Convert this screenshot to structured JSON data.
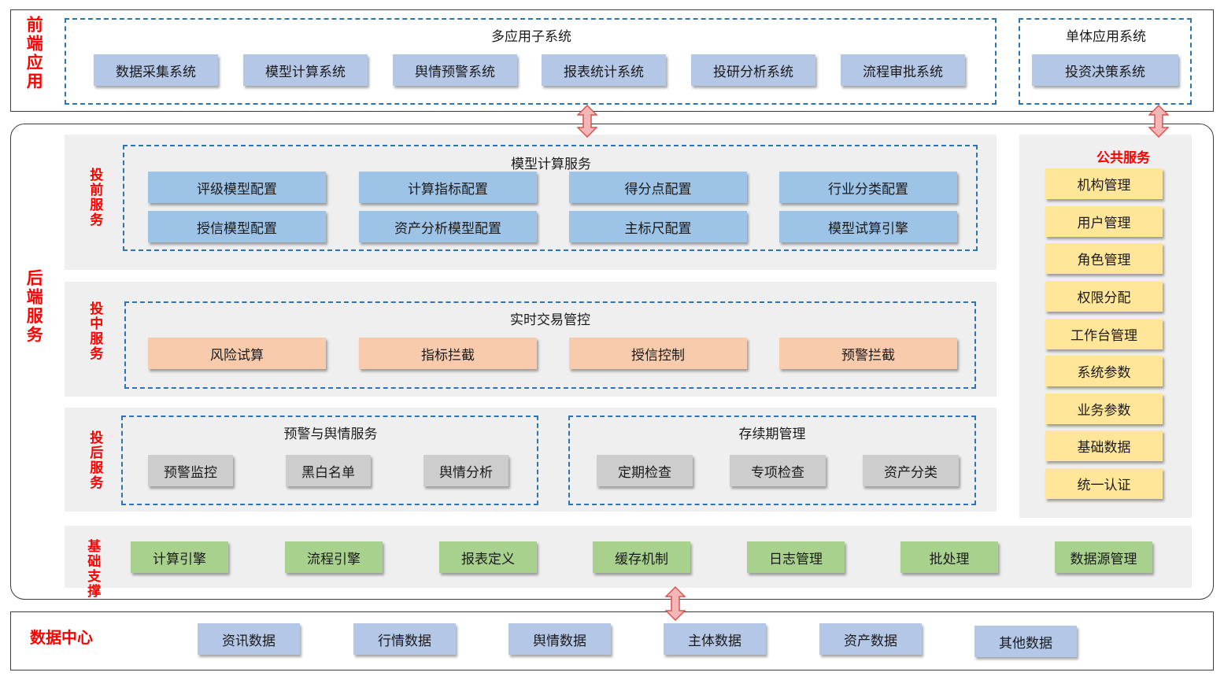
{
  "frontend": {
    "label": "前端应用",
    "multi_app": {
      "title": "多应用子系统",
      "items": [
        "数据采集系统",
        "模型计算系统",
        "舆情预警系统",
        "报表统计系统",
        "投研分析系统",
        "流程审批系统"
      ]
    },
    "single_app": {
      "title": "单体应用系统",
      "items": [
        "投资决策系统"
      ]
    }
  },
  "backend": {
    "label": "后端服务",
    "pre_investment": {
      "label": "投前服务",
      "group_title": "模型计算服务",
      "items": [
        "评级模型配置",
        "计算指标配置",
        "得分点配置",
        "行业分类配置",
        "授信模型配置",
        "资产分析模型配置",
        "主标尺配置",
        "模型试算引擎"
      ]
    },
    "mid_investment": {
      "label": "投中服务",
      "group_title": "实时交易管控",
      "items": [
        "风险试算",
        "指标拦截",
        "授信控制",
        "预警拦截"
      ]
    },
    "post_investment": {
      "label": "投后服务",
      "warning_group": {
        "title": "预警与舆情服务",
        "items": [
          "预警监控",
          "黑白名单",
          "舆情分析"
        ]
      },
      "duration_group": {
        "title": "存续期管理",
        "items": [
          "定期检查",
          "专项检查",
          "资产分类"
        ]
      }
    },
    "public_service": {
      "title": "公共服务",
      "items": [
        "机构管理",
        "用户管理",
        "角色管理",
        "权限分配",
        "工作台管理",
        "系统参数",
        "业务参数",
        "基础数据",
        "统一认证"
      ]
    },
    "foundation": {
      "label": "基础支撑",
      "items": [
        "计算引擎",
        "流程引擎",
        "报表定义",
        "缓存机制",
        "日志管理",
        "批处理",
        "数据源管理"
      ]
    }
  },
  "data_center": {
    "label": "数据中心",
    "items": [
      "资讯数据",
      "行情数据",
      "舆情数据",
      "主体数据",
      "资产数据",
      "其他数据"
    ]
  },
  "colors": {
    "label_red": "#ff0000",
    "dashed_blue": "#2e74b5",
    "box_light_blue": "#b4c7e7",
    "box_blue": "#9dc3e6",
    "box_orange": "#f8cbad",
    "box_gray": "#cdcdcd",
    "box_green": "#a9d18e",
    "box_yellow": "#ffe699",
    "arrow_fill": "#f4b6b6",
    "arrow_stroke": "#d9534f"
  }
}
